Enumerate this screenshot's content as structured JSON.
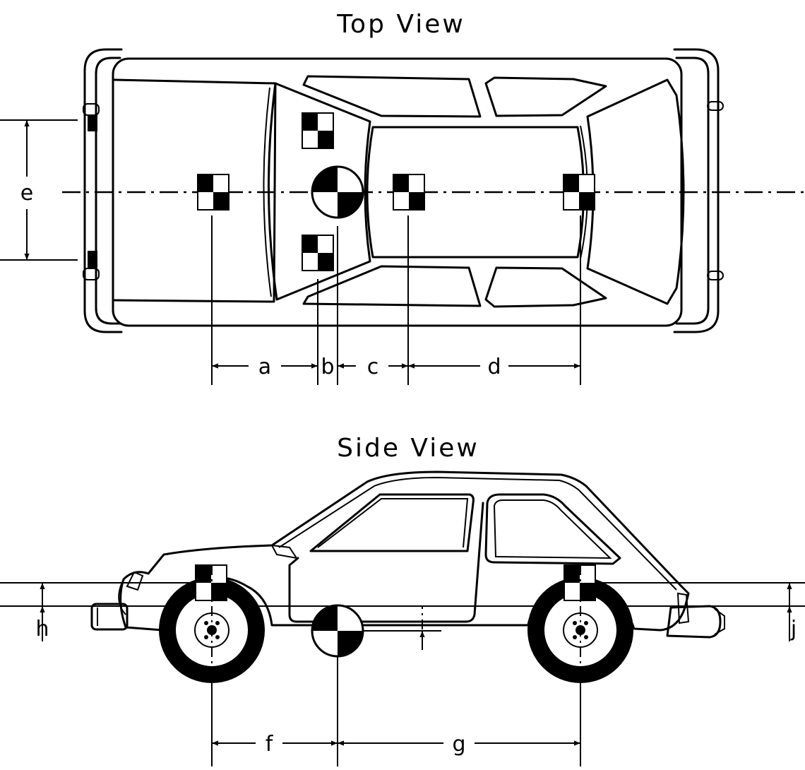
{
  "titles": {
    "top": "Top View",
    "side": "Side View"
  },
  "dimension_labels": {
    "a": "a",
    "b": "b",
    "c": "c",
    "d": "d",
    "e": "e",
    "f": "f",
    "g": "g",
    "h": "h",
    "j": "j"
  },
  "colors": {
    "ink": "#000000",
    "paper": "#ffffff"
  }
}
